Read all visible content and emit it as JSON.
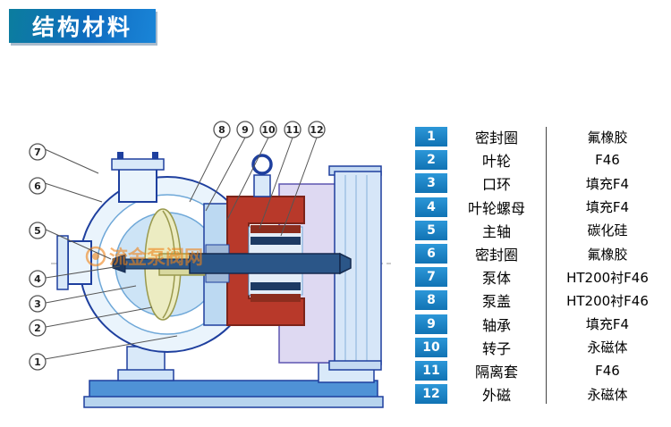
{
  "banner": {
    "title": "结构材料",
    "bg_accent": "#0f6cc0"
  },
  "diagram": {
    "callout_labels": [
      "1",
      "2",
      "3",
      "4",
      "5",
      "6",
      "7",
      "8",
      "9",
      "10",
      "11",
      "12"
    ],
    "watermark": "流金泵阀网",
    "colors": {
      "outline": "#1e3f9e",
      "casing": "#eaf4fc",
      "magnet_housing": "#b8392a",
      "shaft": "#2b5688",
      "impeller": "#ececc2",
      "bracket": "#ded9f2",
      "base": "#4f92d6",
      "watermark_orange": "#ef8318"
    }
  },
  "table": {
    "rows": [
      {
        "num": "1",
        "part": "密封圈",
        "material": "氟橡胶"
      },
      {
        "num": "2",
        "part": "叶轮",
        "material": "F46"
      },
      {
        "num": "3",
        "part": "口环",
        "material": "填充F4"
      },
      {
        "num": "4",
        "part": "叶轮螺母",
        "material": "填充F4"
      },
      {
        "num": "5",
        "part": "主轴",
        "material": "碳化硅"
      },
      {
        "num": "6",
        "part": "密封圈",
        "material": "氟橡胶"
      },
      {
        "num": "7",
        "part": "泵体",
        "material": "HT200衬F46"
      },
      {
        "num": "8",
        "part": "泵盖",
        "material": "HT200衬F46"
      },
      {
        "num": "9",
        "part": "轴承",
        "material": "填充F4"
      },
      {
        "num": "10",
        "part": "转子",
        "material": "永磁体"
      },
      {
        "num": "11",
        "part": "隔离套",
        "material": "F46"
      },
      {
        "num": "12",
        "part": "外磁",
        "material": "永磁体"
      }
    ]
  }
}
